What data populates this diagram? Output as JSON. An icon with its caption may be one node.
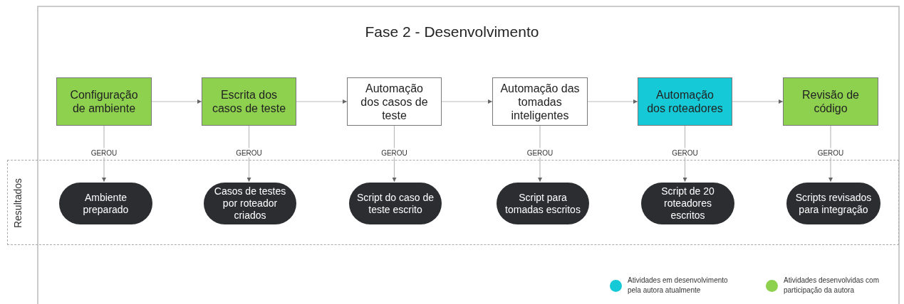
{
  "diagram": {
    "title": "Fase 2 - Desenvolvimento",
    "nodes": [
      {
        "text": [
          "Configuração de ambiente"
        ]
      },
      {
        "text": [
          "Escrita dos casos de teste"
        ]
      },
      {
        "text": [
          "Automação dos casos de teste"
        ]
      },
      {
        "text": [
          "Automação das tomadas inteligentes"
        ]
      },
      {
        "text": [
          "Automação dos roteadores"
        ]
      },
      {
        "text": [
          "Revisão de código"
        ]
      },
      {
        "text": [
          "Resultados"
        ]
      },
      {
        "text": [
          "Ambiente preparado"
        ],
        "in": 6
      },
      {
        "text": [
          "Casos de testes por roteador criados"
        ],
        "in": 6
      },
      {
        "text": [
          "Script do caso de teste escrito"
        ],
        "in": 6
      },
      {
        "text": [
          "Script para tomadas escritos"
        ],
        "in": 6
      },
      {
        "text": [
          "Script de 20 roteadores escritos"
        ],
        "in": 6
      },
      {
        "text": [
          "Scripts revisados para integração"
        ],
        "in": 6
      }
    ],
    "edges": [
      {
        "from": 0,
        "to": 1,
        "arrow": "to"
      },
      {
        "from": 1,
        "to": 2,
        "arrow": "to"
      },
      {
        "from": 2,
        "to": 3,
        "arrow": "to"
      },
      {
        "from": 3,
        "to": 4,
        "arrow": "to"
      },
      {
        "from": 4,
        "to": 5,
        "arrow": "to"
      },
      {
        "from": 0,
        "to": 7,
        "arrow": "to",
        "label": "GEROU"
      },
      {
        "from": 1,
        "to": 8,
        "arrow": "to",
        "label": "GEROU"
      },
      {
        "from": 2,
        "to": 9,
        "arrow": "to",
        "label": "GEROU"
      },
      {
        "from": 3,
        "to": 10,
        "arrow": "to",
        "label": "GEROU"
      },
      {
        "from": 4,
        "to": 11,
        "arrow": "to",
        "label": "GEROU"
      },
      {
        "from": 5,
        "to": 12,
        "arrow": "to",
        "label": "GEROU"
      }
    ],
    "legend": [
      {
        "text": "Atividades em desenvolvimento pela autora atualmente",
        "color": "#15cad6"
      },
      {
        "text": "Atividades desenvolvidas com participação da autora",
        "color": "#8ed14f"
      }
    ]
  }
}
